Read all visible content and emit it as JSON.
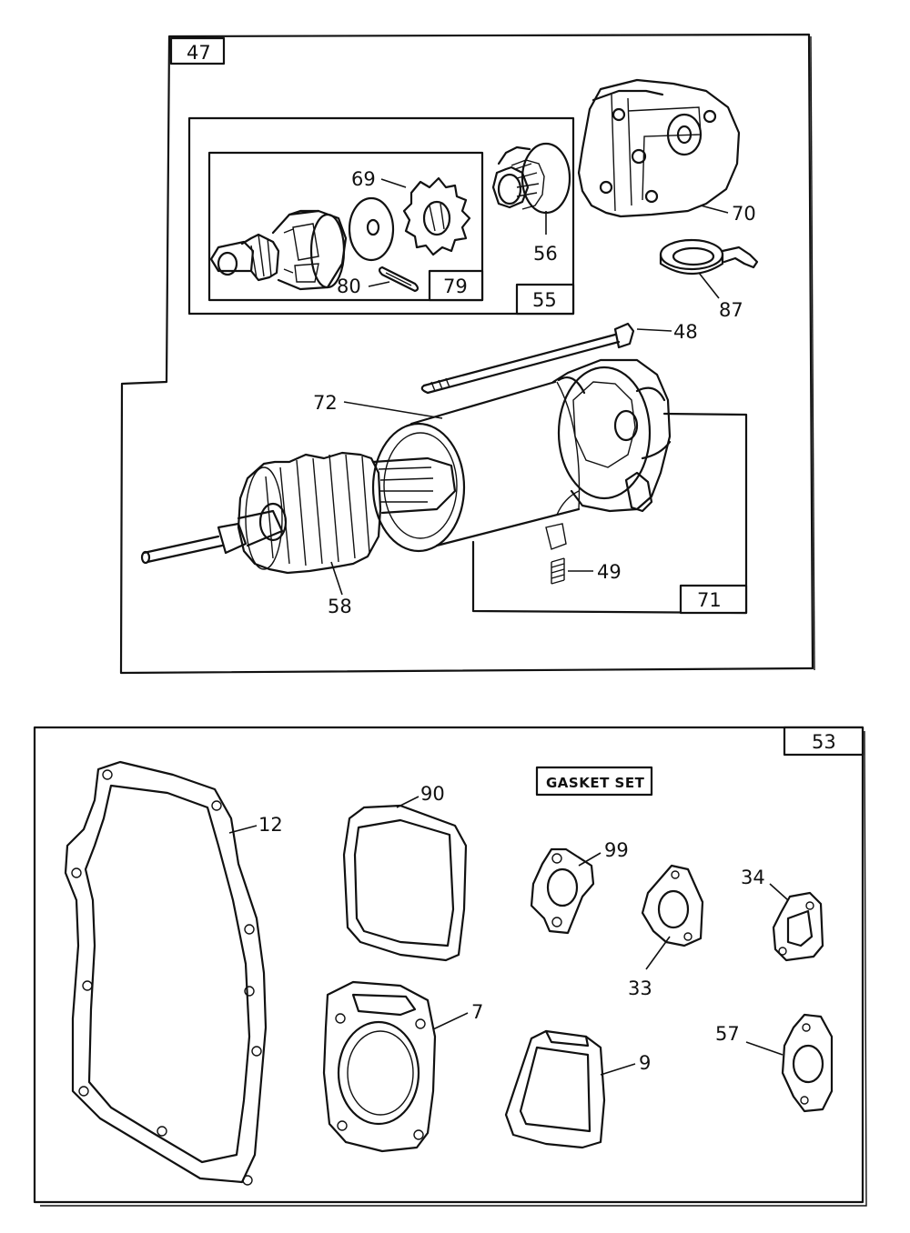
{
  "starter_panel": {
    "box_label": "47",
    "inner_box_labels": {
      "pinion_group": "55",
      "pinion_kit": "79",
      "end_cap_group": "71"
    },
    "callouts": {
      "p69": "69",
      "p56": "56",
      "p70": "70",
      "p80": "80",
      "p87": "87",
      "p48": "48",
      "p72": "72",
      "p49": "49",
      "p58": "58"
    }
  },
  "gasket_panel": {
    "box_label": "53",
    "title": "GASKET SET",
    "callouts": {
      "p12": "12",
      "p90": "90",
      "p99": "99",
      "p34": "34",
      "p33": "33",
      "p7": "7",
      "p9": "9",
      "p57": "57"
    }
  }
}
